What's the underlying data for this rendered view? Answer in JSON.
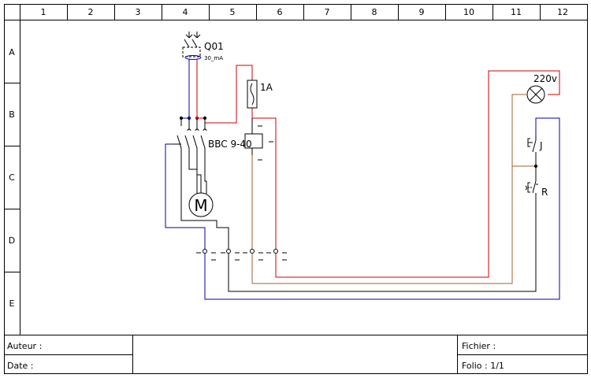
{
  "grid": {
    "columns": [
      "1",
      "2",
      "3",
      "4",
      "5",
      "6",
      "7",
      "8",
      "9",
      "10",
      "11",
      "12"
    ],
    "rows": [
      "A",
      "B",
      "C",
      "D",
      "E"
    ]
  },
  "components": {
    "breaker": {
      "label": "Q01",
      "rating": "30_mA"
    },
    "fuse": {
      "label": "1A"
    },
    "contactor": {
      "label": "BBC 9-40"
    },
    "motor": {
      "symbol": "M"
    },
    "lamp": {
      "label": "220v"
    },
    "jog_button": {
      "label": "J"
    },
    "run_button": {
      "label": "R"
    }
  },
  "wire_colors": {
    "phase": "#cc0000",
    "return": "#a0622d",
    "neutral": "#0000aa",
    "control": "#000000"
  },
  "title_block": {
    "author_label": "Auteur :",
    "date_label": "Date :",
    "file_label": "Fichier :",
    "folio_label": "Folio : 1/1"
  }
}
